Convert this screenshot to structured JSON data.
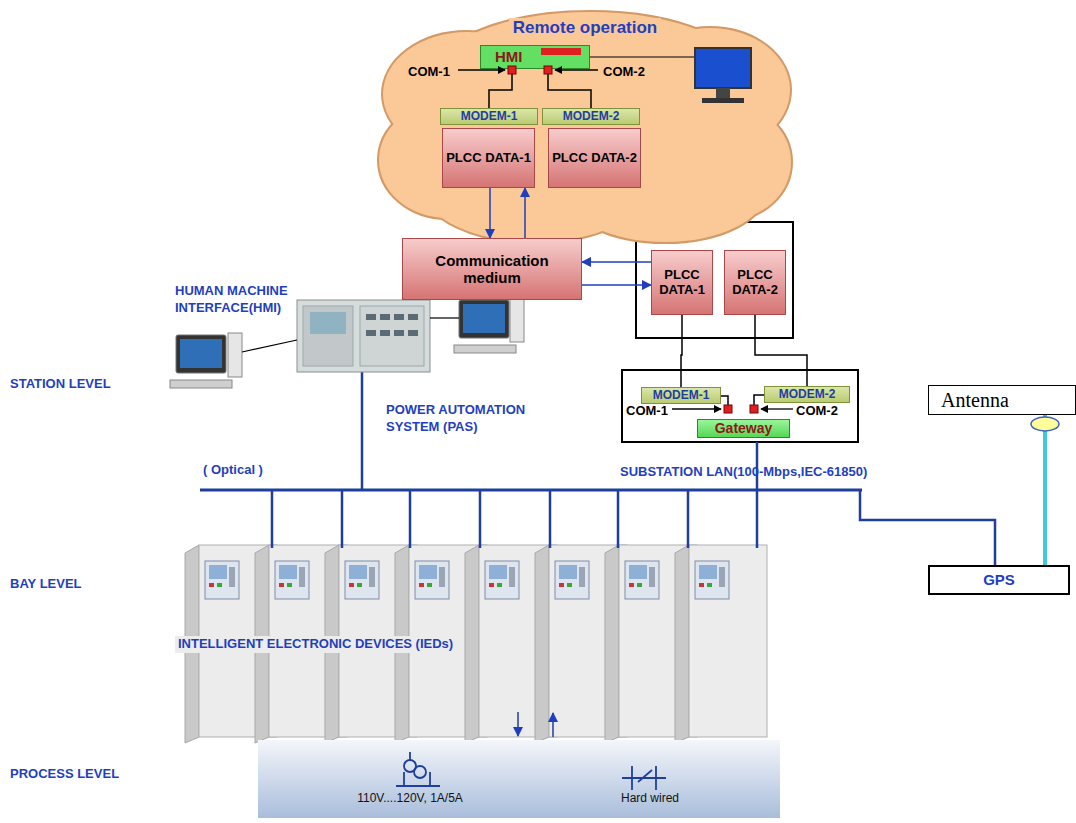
{
  "diagram": {
    "nodes": [
      {
        "text": [
          "Remote operation"
        ]
      },
      {
        "text": [
          "HMI"
        ],
        "in": 0
      },
      {
        "text": [
          "MODEM-1"
        ],
        "in": 0
      },
      {
        "text": [
          "MODEM-2"
        ],
        "in": 0
      },
      {
        "text": [
          "PLCC DATA-1"
        ],
        "in": 0
      },
      {
        "text": [
          "PLCC DATA-2"
        ],
        "in": 0
      },
      {
        "text": [
          "Communication medium"
        ]
      },
      {
        "text": [
          "PLCC DATA-1"
        ]
      },
      {
        "text": [
          "PLCC DATA-2"
        ]
      },
      {
        "text": [
          "MODEM-1"
        ]
      },
      {
        "text": [
          "MODEM-2"
        ]
      },
      {
        "text": [
          "Gateway"
        ]
      },
      {
        "text": [
          "Antenna"
        ]
      },
      {
        "text": [
          "GPS"
        ]
      },
      {
        "text": [
          "110V....120V, 1A/5A",
          "Hard wired"
        ]
      }
    ],
    "edges": [
      {
        "from": 1,
        "to": 2,
        "arrow": "none"
      },
      {
        "from": 1,
        "to": 3,
        "arrow": "none"
      },
      {
        "from": 4,
        "to": 6,
        "arrow": "to"
      },
      {
        "from": 6,
        "to": 4,
        "arrow": "to"
      },
      {
        "from": 7,
        "to": 6,
        "arrow": "to"
      },
      {
        "from": 6,
        "to": 7,
        "arrow": "to"
      },
      {
        "from": 7,
        "to": 9,
        "arrow": "none"
      },
      {
        "from": 8,
        "to": 10,
        "arrow": "none"
      },
      {
        "from": 12,
        "to": 13,
        "arrow": "none"
      }
    ],
    "labels": [
      "COM-1",
      "COM-2",
      "HUMAN MACHINE INTERFACE(HMI)",
      "STATION LEVEL",
      "POWER AUTOMATION SYSTEM (PAS)",
      "( Optical )",
      "SUBSTATION LAN(100-Mbps,IEC-61850)",
      "COM-1",
      "COM-2",
      "BAY LEVEL",
      "INTELLIGENT ELECTRONIC DEVICES (IEDs)",
      "PROCESS LEVEL"
    ]
  }
}
